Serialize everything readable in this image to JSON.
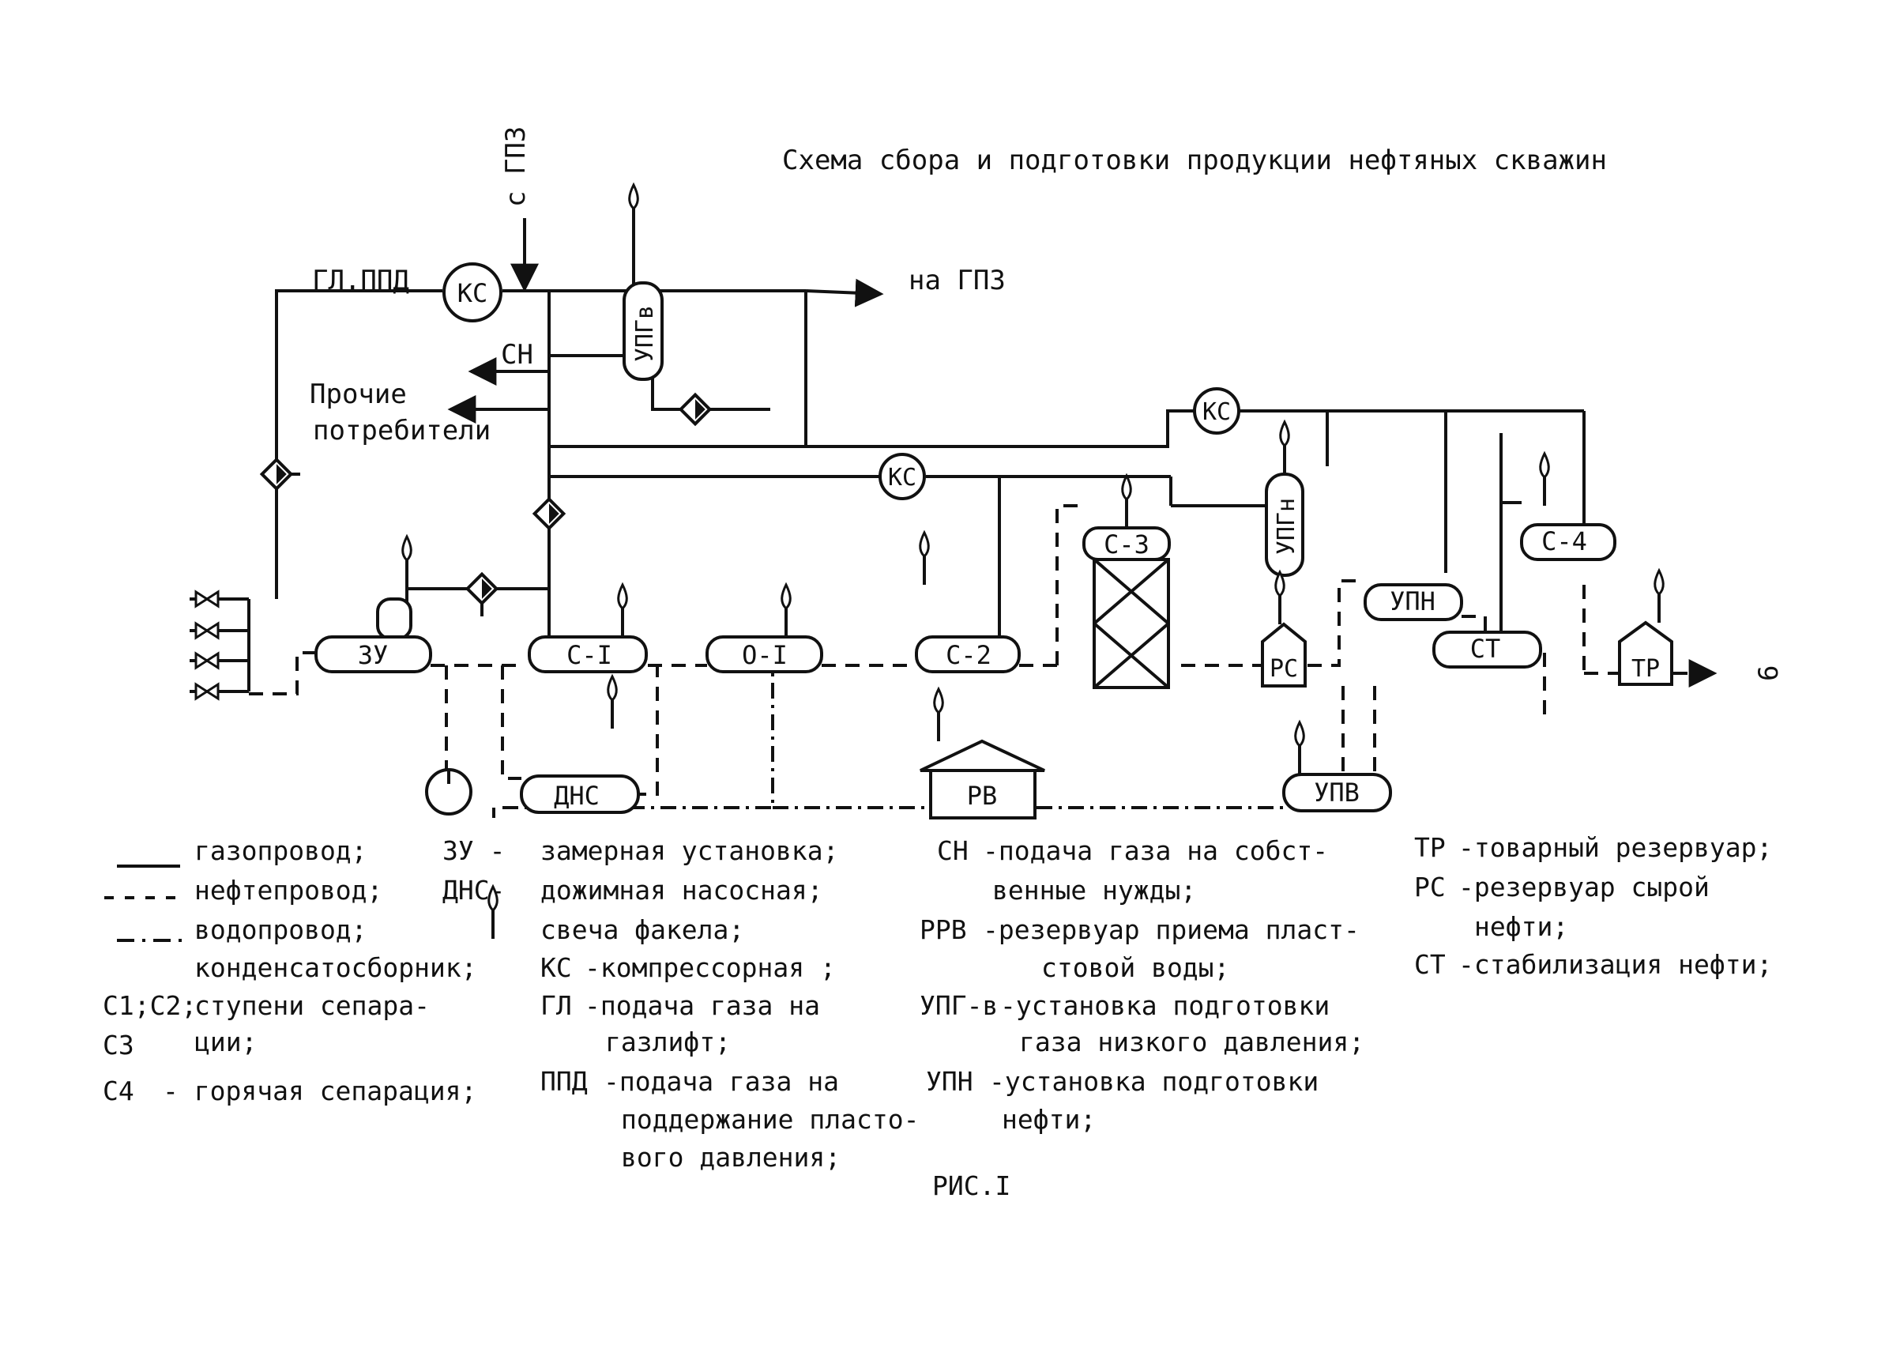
{
  "title": "Схема сбора и подготовки продукции нефтяных скважин",
  "figure_caption": "РИС.I",
  "page_number": "6",
  "flow_labels": {
    "from_gpz": "с ГПЗ",
    "to_gpz": "на ГПЗ",
    "gl_ppd": "ГЛ.ППД",
    "sn": "СН",
    "other_consumers_1": "Прочие",
    "other_consumers_2": "потребители"
  },
  "equipment": {
    "ks_main": "КС",
    "ks_right": "КС",
    "ks_mid": "КС",
    "upg_v": "УПГв",
    "upg_n": "УПГн",
    "zu": "ЗУ",
    "c1": "С-I",
    "o1": "О-I",
    "c2": "С-2",
    "c3": "С-3",
    "rs": "РС",
    "upn": "УПН",
    "st": "СТ",
    "c4": "С-4",
    "tr": "ТР",
    "dns": "ДНС",
    "rv": "РВ",
    "upv": "УПВ"
  },
  "legend": {
    "col1": [
      {
        "sym": "____",
        "text": "газопровод;"
      },
      {
        "sym": "- - -",
        "text": "нефтепровод;"
      },
      {
        "sym": "_._",
        "text": "водопровод;"
      },
      {
        "sym": "",
        "text": "конденсатосборник;"
      },
      {
        "sym": "C1;C2;",
        "text": "ступени сепара-"
      },
      {
        "sym": "C3",
        "text": "ции;"
      },
      {
        "sym": "C4",
        "text": "- горячая сепарация;"
      }
    ],
    "col2": [
      {
        "sym": "ЗУ -",
        "text": "замерная установка;"
      },
      {
        "sym": "ДНС-",
        "text": "дожимная насосная;"
      },
      {
        "sym": "",
        "text": "свеча факела;"
      },
      {
        "sym": "КС",
        "text": "-компрессорная ;"
      },
      {
        "sym": "ГЛ",
        "text": "-подача газа на"
      },
      {
        "sym": "",
        "text": "газлифт;"
      },
      {
        "sym": "ППД",
        "text": "-подача газа на"
      },
      {
        "sym": "",
        "text": "поддержание пласто-"
      },
      {
        "sym": "",
        "text": "вого давления;"
      }
    ],
    "col3": [
      {
        "sym": "СН",
        "text": "-подача газа на собст-"
      },
      {
        "sym": "",
        "text": "венные нужды;"
      },
      {
        "sym": "РРВ",
        "text": "-резервуар приема пласт-"
      },
      {
        "sym": "",
        "text": "стовой воды;"
      },
      {
        "sym": "УПГ-в",
        "text": "-установка подготовки"
      },
      {
        "sym": "",
        "text": "газа низкого давления;"
      },
      {
        "sym": "УПН",
        "text": "-установка подготовки"
      },
      {
        "sym": "",
        "text": "нефти;"
      }
    ],
    "col4": [
      {
        "sym": "ТР",
        "text": "-товарный резервуар;"
      },
      {
        "sym": "РС",
        "text": "-резервуар сырой"
      },
      {
        "sym": "",
        "text": "нефти;"
      },
      {
        "sym": "СТ",
        "text": "-стабилизация нефти;"
      }
    ]
  }
}
